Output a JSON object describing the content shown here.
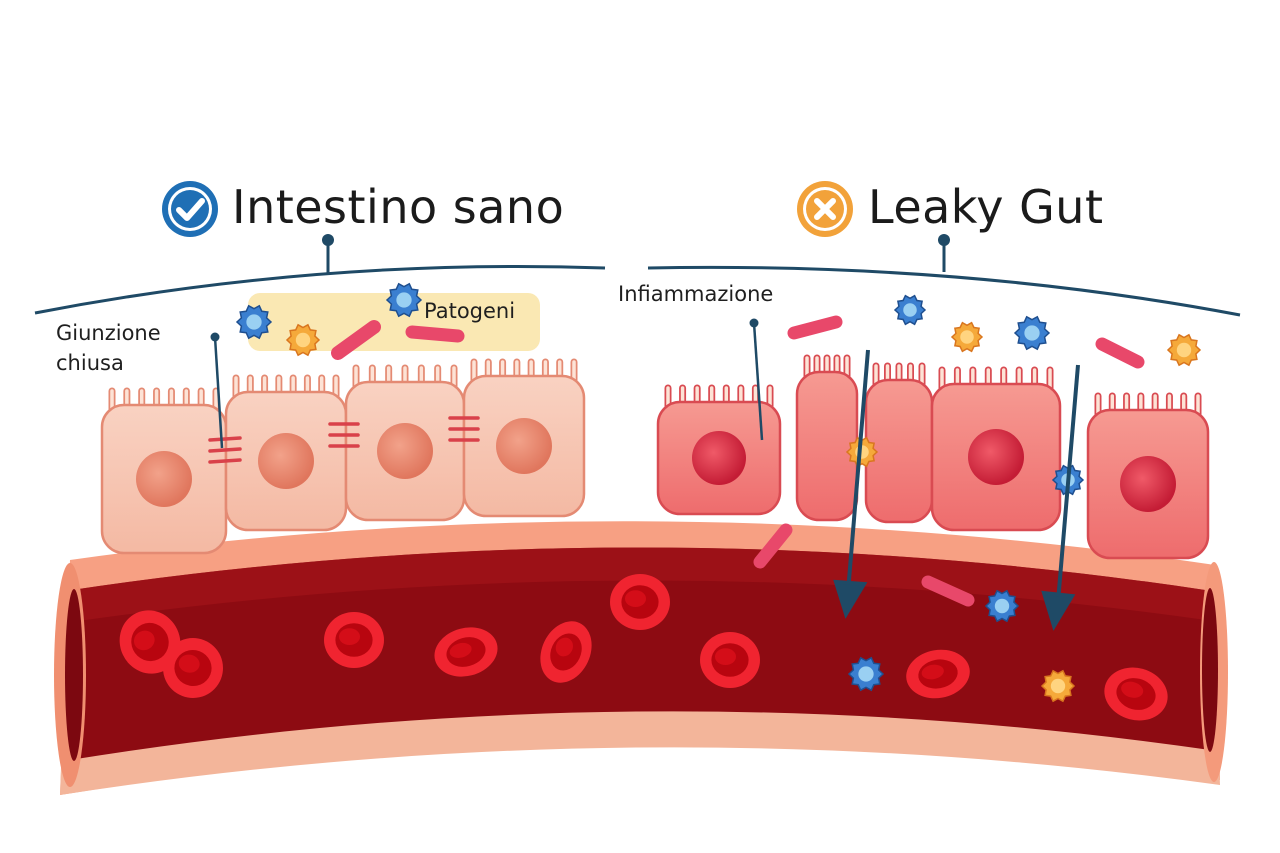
{
  "titles": {
    "healthy": "Intestino sano",
    "leaky": "Leaky Gut"
  },
  "labels": {
    "tight_junction_line1": "Giunzione",
    "tight_junction_line2": "chiusa",
    "pathogens": "Patogeni",
    "inflammation": "Infiammazione"
  },
  "icons": {
    "healthy": "check-circle-icon",
    "leaky": "x-circle-icon"
  },
  "colors": {
    "title_text": "#1b1b1b",
    "leader_line": "#1f4a66",
    "check_badge": "#1f6fb5",
    "x_badge": "#f2a23a",
    "healthy_cell": "#f6c2ad",
    "inflamed_cell": "#f07a76",
    "blood_vessel_wall": "#f08a6a",
    "blood_lumen": "#8e0a10",
    "red_blood_cell": "#e0141e",
    "pathogen_highlight": "#f9e4a6"
  }
}
